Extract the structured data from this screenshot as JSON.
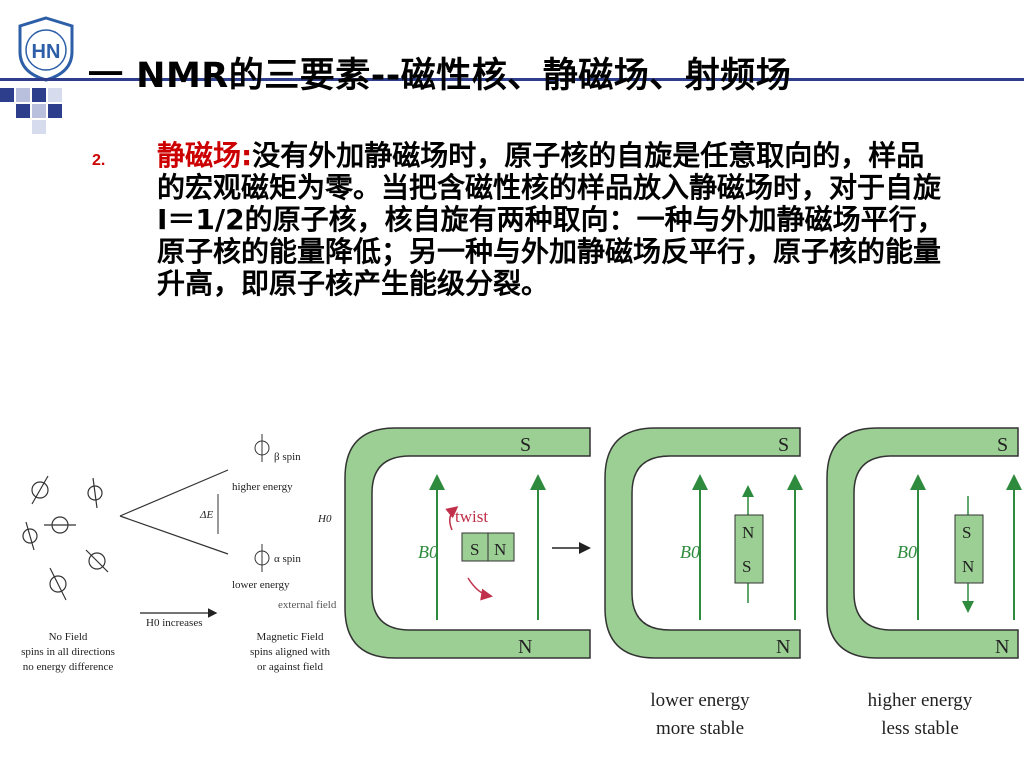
{
  "logo": {
    "letters": "HN",
    "icon": "university-shield-logo-icon"
  },
  "slide": {
    "title": "一 NMR的三要素--磁性核、静磁场、射频场",
    "bullet": "2.",
    "keyword": "静磁场:",
    "text": "没有外加静磁场时，原子核的自旋是任意取向的，样品的宏观磁矩为零。当把含磁性核的样品放入静磁场时，对于自旋I＝1/2的原子核，核自旋有两种取向：一种与外加静磁场平行，原子核的能量降低；另一种与外加静磁场反平行，原子核的能量升高，即原子核产生能级分裂。"
  },
  "figure_left": {
    "beta_label": "β spin",
    "higher_energy": "higher energy",
    "delta_e": "ΔE",
    "h0_label": "H0",
    "alpha_label": "α spin",
    "lower_energy": "lower energy",
    "external_field": "external field",
    "h0_increases": "H0 increases",
    "no_field_caption": [
      "No Field",
      "spins in all directions",
      "no energy difference"
    ],
    "magnetic_field_caption": [
      "Magnetic Field",
      "spins aligned with",
      "or against field"
    ]
  },
  "figure_right": {
    "pole_s": "S",
    "pole_n": "N",
    "b0": "B0",
    "twist": "twist",
    "caption_stable": [
      "lower energy",
      "more stable"
    ],
    "caption_unstable": [
      "higher energy",
      "less stable"
    ]
  },
  "colors": {
    "title_bar": "#2d3e8c",
    "keyword": "#cc0000",
    "magnet": "#9ccf94",
    "arrow": "#2e8b3e",
    "twist": "#c0304a"
  }
}
